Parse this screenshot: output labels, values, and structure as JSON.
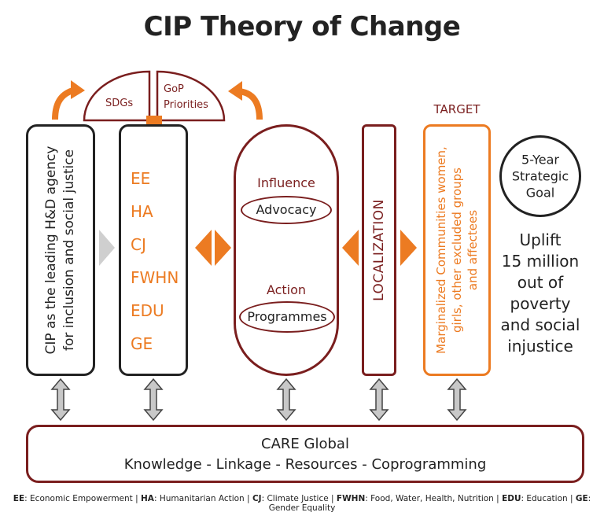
{
  "title": "CIP Theory of Change",
  "top": {
    "sdgs": "SDGs",
    "gop_priorities_line1": "GoP",
    "gop_priorities_line2": "Priorities"
  },
  "cip_box": {
    "line1": "CIP as the leading H&D agency",
    "line2": "for inclusion and social justice"
  },
  "focus_areas": [
    "EE",
    "HA",
    "CJ",
    "FWHN",
    "EDU",
    "GE"
  ],
  "influence": {
    "heading": "Influence",
    "oval": "Advocacy"
  },
  "action": {
    "heading": "Action",
    "oval": "Programmes"
  },
  "localization": "LOCALIZATION",
  "target": {
    "label": "TARGET",
    "line1": "Marginalized Communities women,",
    "line2": "girls, other excluded groups",
    "line3": "and affectees"
  },
  "goal": {
    "circle_line1": "5-Year",
    "circle_line2": "Strategic",
    "circle_line3": "Goal",
    "statement": [
      "Uplift",
      "15 million",
      "out of",
      "poverty",
      "and social",
      "injustice"
    ]
  },
  "care": {
    "title": "CARE Global",
    "subtitle": "Knowledge - Linkage - Resources - Coprogramming"
  },
  "legend": [
    {
      "abbr": "EE",
      "full": "Economic Empowerment"
    },
    {
      "abbr": "HA",
      "full": "Humanitarian Action"
    },
    {
      "abbr": "CJ",
      "full": "Climate Justice"
    },
    {
      "abbr": "FWHN",
      "full": "Food, Water, Health, Nutrition"
    },
    {
      "abbr": "EDU",
      "full": "Education"
    },
    {
      "abbr": "GE",
      "full": "Gender Equality"
    }
  ],
  "colors": {
    "orange": "#ec7b22",
    "maroon": "#7a1e1e",
    "dark": "#222222",
    "grey_arrow": "#c8c8c8"
  }
}
